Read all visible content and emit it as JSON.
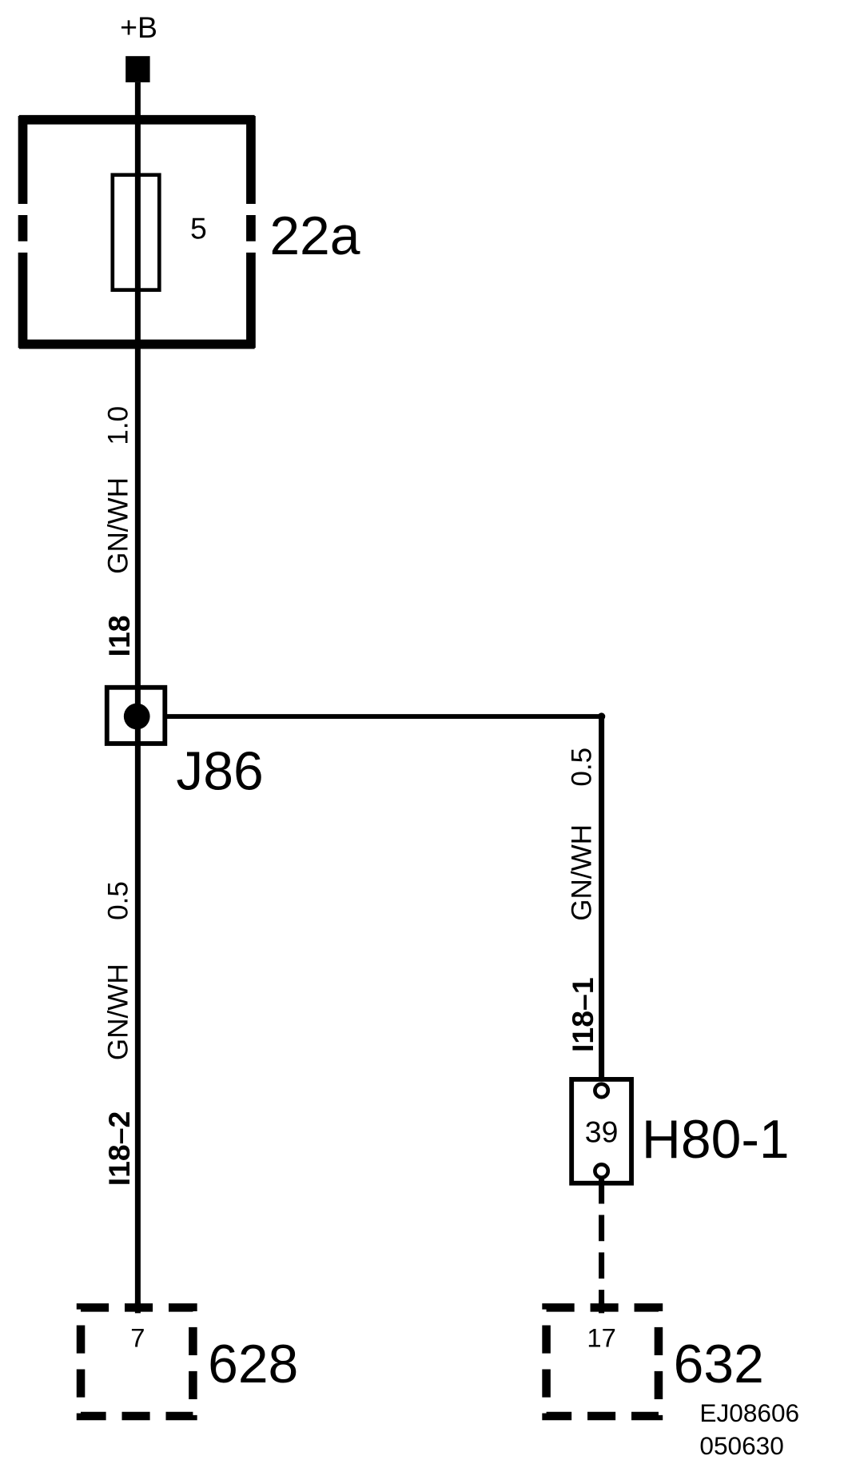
{
  "supply": {
    "label": "+B"
  },
  "fuse": {
    "rating": "5",
    "id": "22a"
  },
  "upper_wire": {
    "circuit": "I18",
    "color": "GN/WH",
    "size": "1.0"
  },
  "junction": {
    "id": "J86"
  },
  "left_wire": {
    "circuit": "I18–2",
    "color": "GN/WH",
    "size": "0.5"
  },
  "right_wire": {
    "circuit": "I18–1",
    "color": "GN/WH",
    "size": "0.5"
  },
  "inline_connector": {
    "pin": "39",
    "id": "H80-1"
  },
  "left_connector": {
    "pin": "7",
    "id": "628"
  },
  "right_connector": {
    "pin": "17",
    "id": "632"
  },
  "footer": {
    "code": "EJ08606",
    "date": "050630"
  }
}
